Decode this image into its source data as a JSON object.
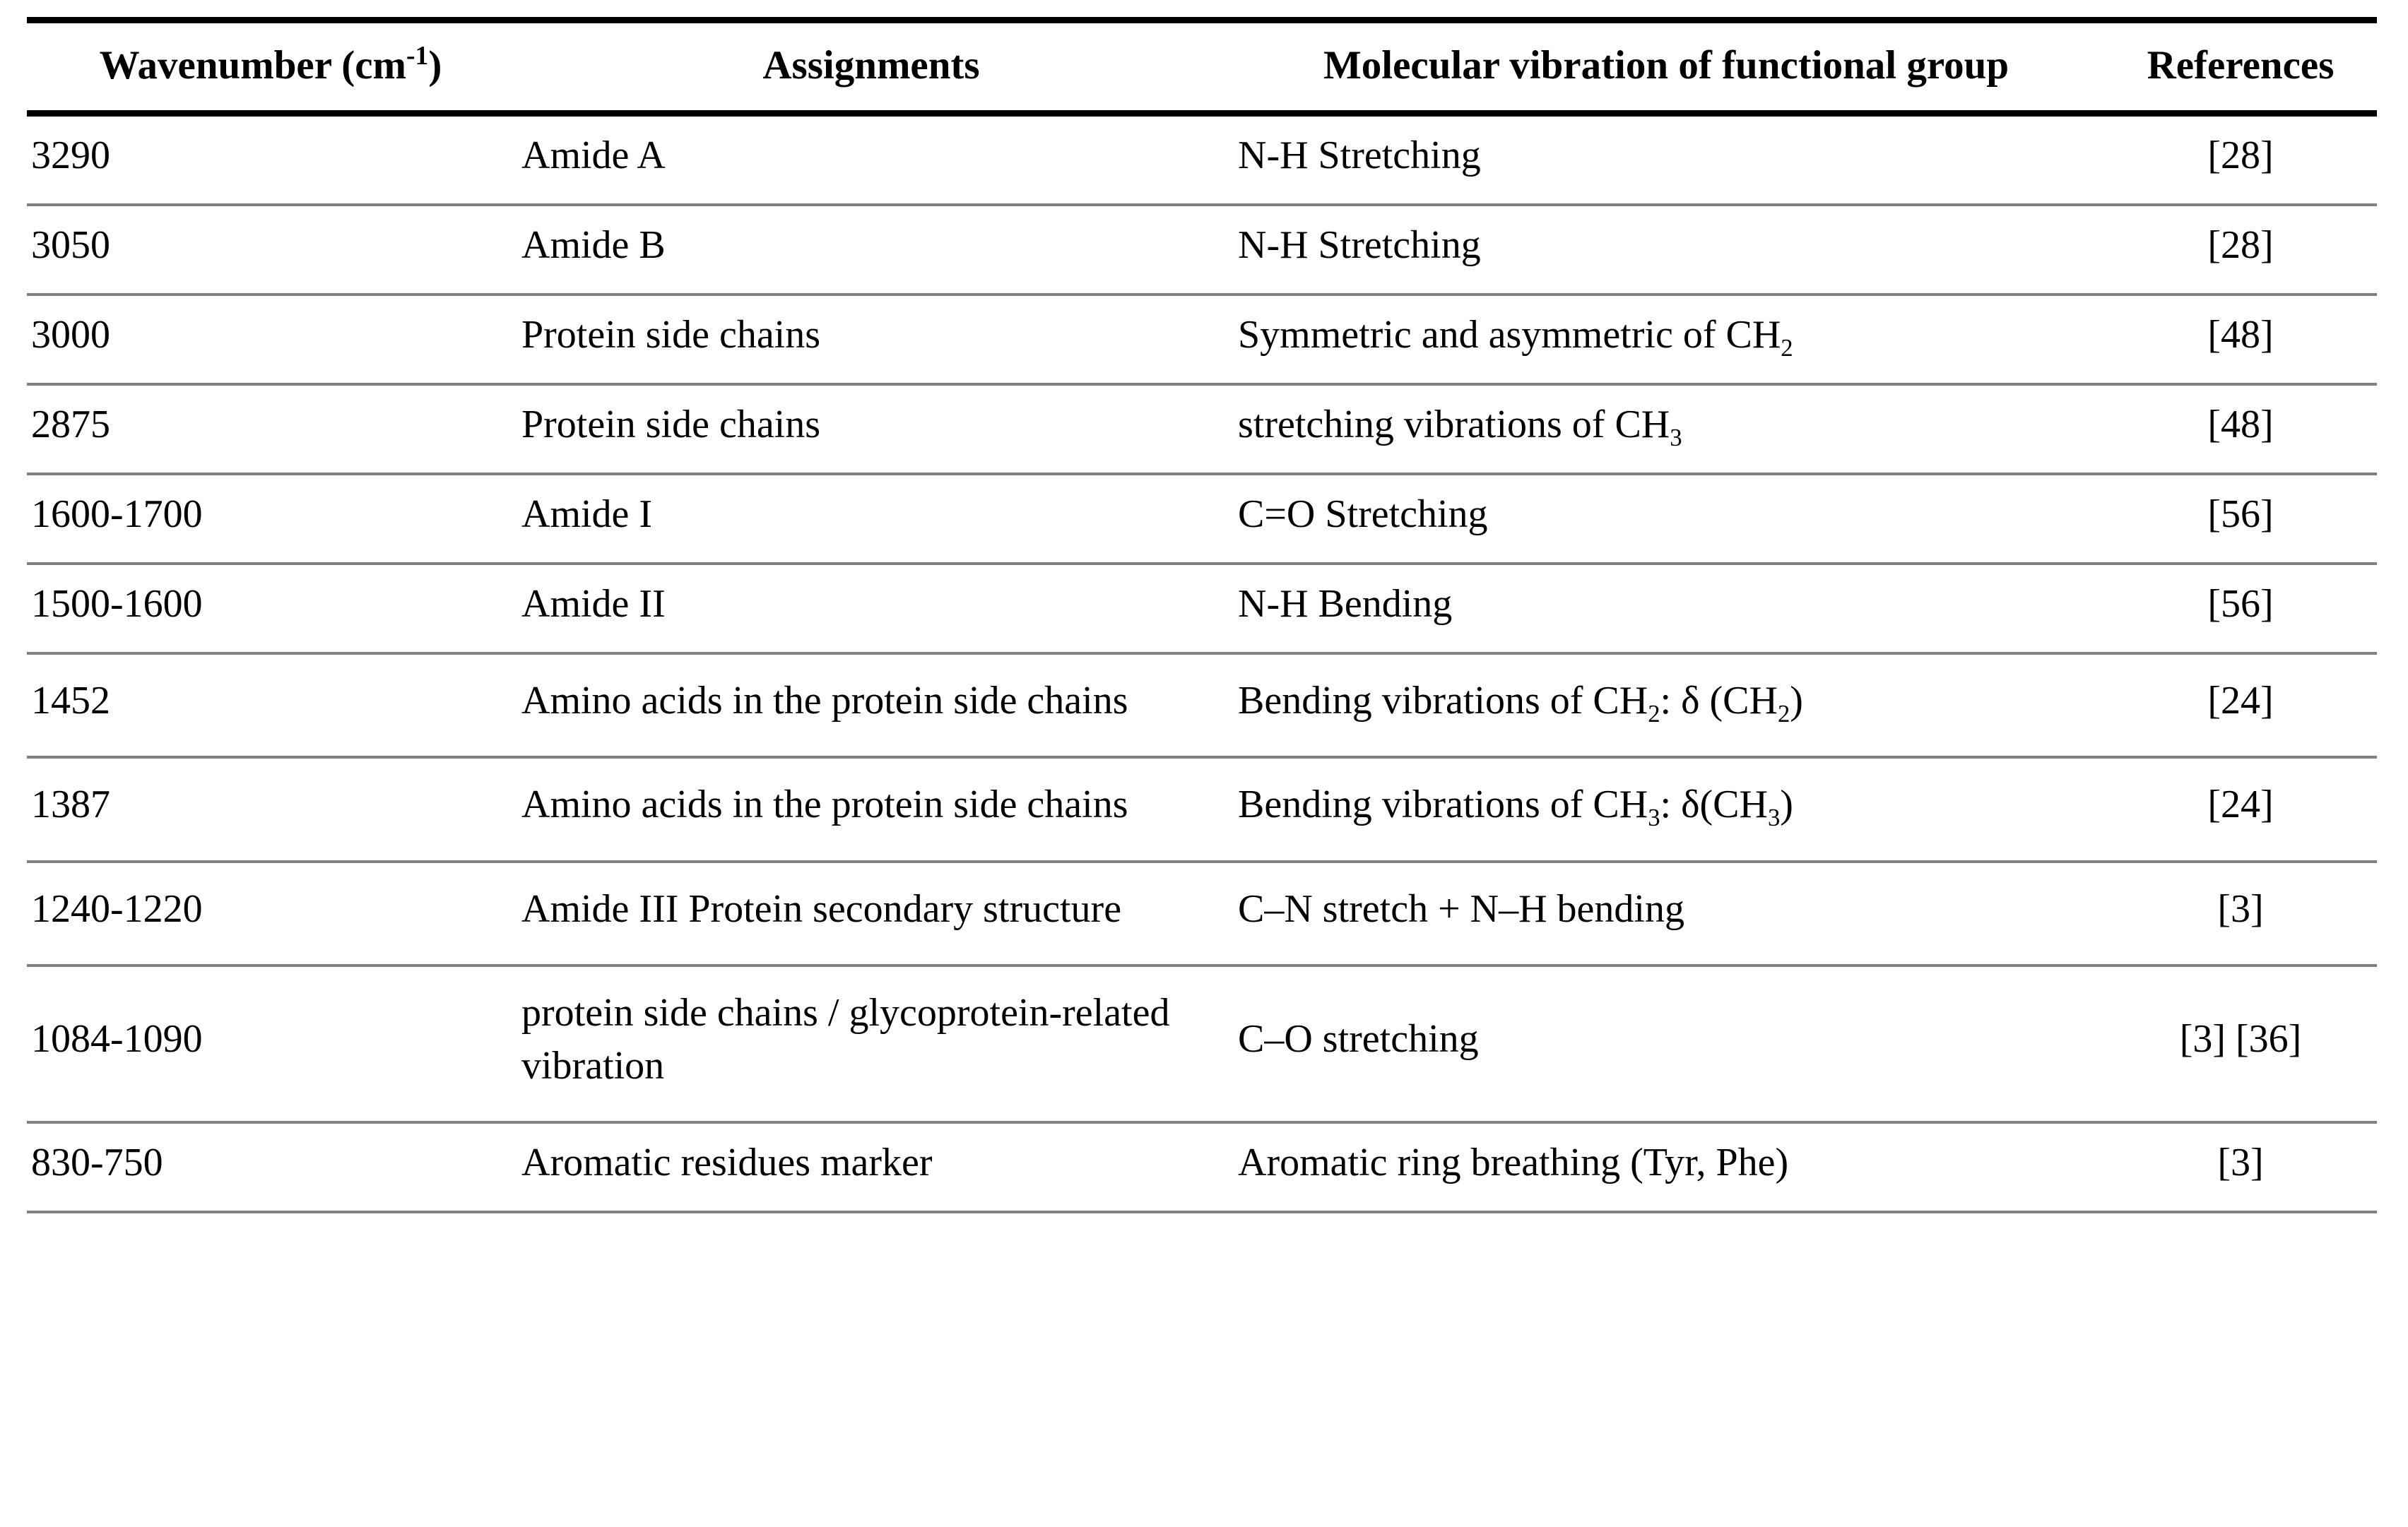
{
  "table": {
    "columns": [
      {
        "key": "wavenumber",
        "label": "Wavenumber (cm",
        "label_sup": "-1",
        "label_tail": ")"
      },
      {
        "key": "assignments",
        "label": "Assignments"
      },
      {
        "key": "vibration",
        "label": "Molecular vibration of functional group"
      },
      {
        "key": "references",
        "label": "References"
      }
    ],
    "headers": {
      "wavenumber_main": "Wavenumber (cm",
      "wavenumber_sup": "-1",
      "wavenumber_tail": ")",
      "assignments": "Assignments",
      "vibration": "Molecular vibration of functional group",
      "references": "References"
    },
    "rows": [
      {
        "wavenumber": "3290",
        "assignments": "Amide A",
        "vibration_pre": "N-H Stretching",
        "vibration_sub": "",
        "vibration_post": "",
        "references": "[28]",
        "tall": false
      },
      {
        "wavenumber": "3050",
        "assignments": "Amide B",
        "vibration_pre": "N-H Stretching",
        "vibration_sub": "",
        "vibration_post": "",
        "references": "[28]",
        "tall": false
      },
      {
        "wavenumber": "3000",
        "assignments": "Protein side chains",
        "vibration_pre": "Symmetric and asymmetric of CH",
        "vibration_sub": "2",
        "vibration_post": "",
        "references": "[48]",
        "tall": false
      },
      {
        "wavenumber": "2875",
        "assignments": "Protein side chains",
        "vibration_pre": "stretching vibrations of CH",
        "vibration_sub": "3",
        "vibration_post": "",
        "references": "[48]",
        "tall": false
      },
      {
        "wavenumber": "1600-1700",
        "assignments": "Amide I",
        "vibration_pre": "C=O Stretching",
        "vibration_sub": "",
        "vibration_post": "",
        "references": "[56]",
        "tall": false
      },
      {
        "wavenumber": "1500-1600",
        "assignments": "Amide II",
        "vibration_pre": "N-H Bending",
        "vibration_sub": "",
        "vibration_post": "",
        "references": "[56]",
        "tall": false
      },
      {
        "wavenumber": "1452",
        "assignments": "Amino acids in the protein side chains",
        "vibration_pre": "Bending vibrations of CH",
        "vibration_sub": "2",
        "vibration_mid": ": δ (CH",
        "vibration_sub2": "2",
        "vibration_post": ")",
        "references": "[24]",
        "tall": true
      },
      {
        "wavenumber": "1387",
        "assignments": "Amino acids in the protein side chains",
        "vibration_pre": "Bending vibrations of CH",
        "vibration_sub": "3",
        "vibration_mid": ": δ(CH",
        "vibration_sub2": "3",
        "vibration_post": ")",
        "references": "[24]",
        "tall": true
      },
      {
        "wavenumber": "1240-1220",
        "assignments": "Amide III Protein secondary structure",
        "vibration_pre": "C–N stretch + N–H bending",
        "vibration_sub": "",
        "vibration_post": "",
        "references": "[3]",
        "tall": true
      },
      {
        "wavenumber": "1084-1090",
        "assignments": "protein side chains / glycoprotein-related vibration",
        "vibration_pre": "C–O stretching",
        "vibration_sub": "",
        "vibration_post": "",
        "references": "[3] [36]",
        "tall": true
      },
      {
        "wavenumber": "830-750",
        "assignments": "Aromatic residues marker",
        "vibration_pre": "Aromatic ring breathing (Tyr, Phe)",
        "vibration_sub": "",
        "vibration_post": "",
        "references": "[3]",
        "tall": false
      }
    ]
  }
}
